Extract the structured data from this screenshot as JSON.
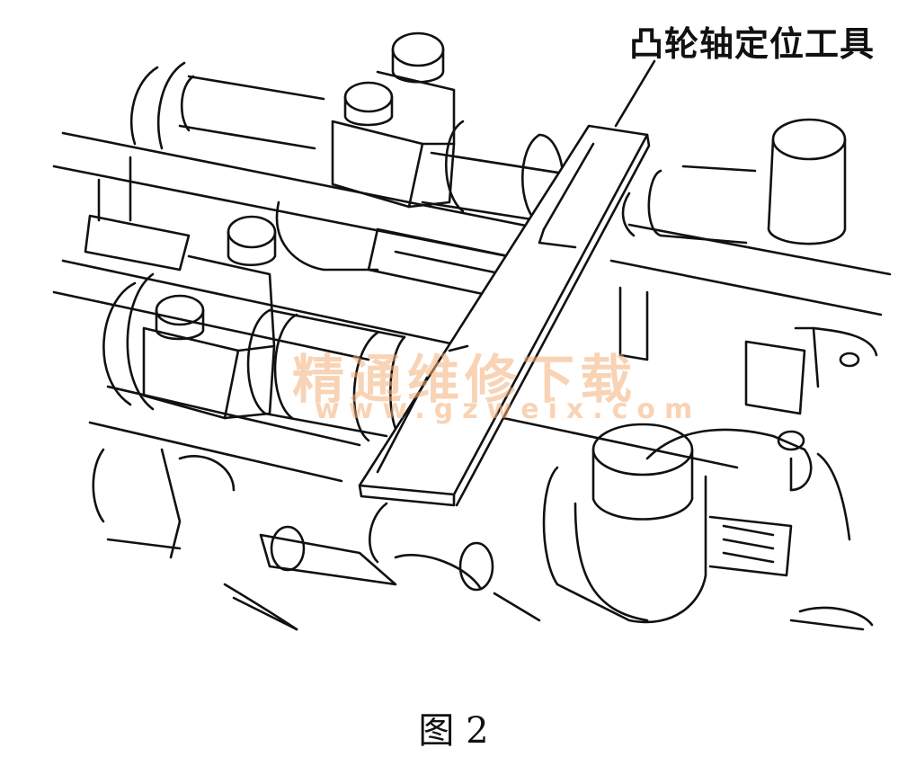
{
  "diagram": {
    "callout_label": "凸轮轴定位工具",
    "caption": "图 2",
    "line_color": "#111111"
  },
  "watermark": {
    "text": "精通维修下载",
    "url": "www.gzweix.com",
    "color": "#f3b07a"
  }
}
